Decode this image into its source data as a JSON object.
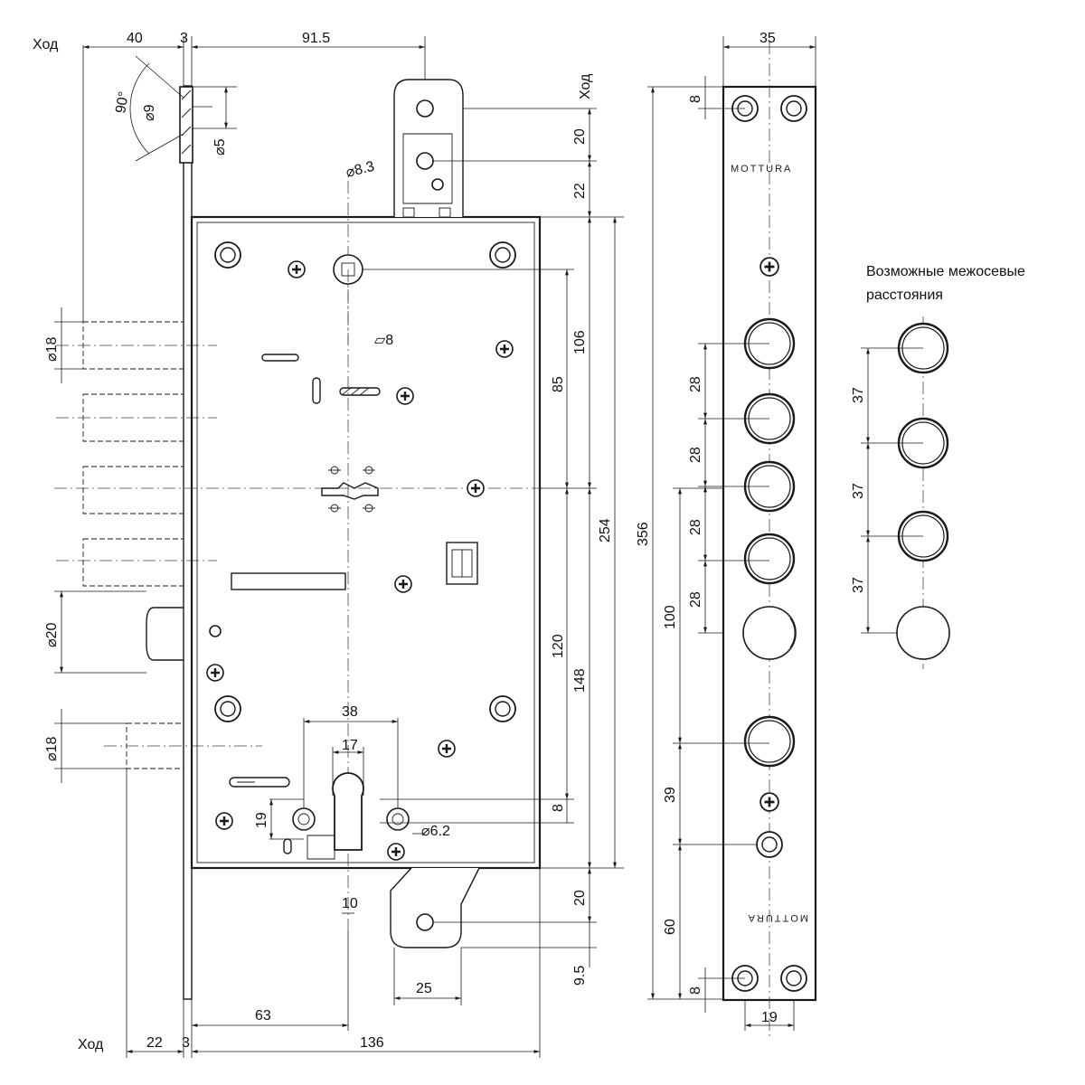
{
  "labels": {
    "travel": "Ход",
    "note": "Возможные межосевые расстояния",
    "brand": "MOTTURA",
    "brand_mirrored": "MOTTURA"
  },
  "dims": {
    "top_40": "40",
    "top_3": "3",
    "top_91_5": "91.5",
    "angle_90": "90°",
    "d9": "⌀9",
    "d5": "⌀5",
    "d8_3": "⌀8.3",
    "v20_top": "20",
    "v22_top": "22",
    "sq8": "▱8",
    "d18_a": "⌀18",
    "d20": "⌀20",
    "d18_b": "⌀18",
    "v106": "106",
    "v85": "85",
    "v254": "254",
    "v120": "120",
    "v148": "148",
    "v8_cyl": "8",
    "v20_bot": "20",
    "v9_5": "9.5",
    "d38": "38",
    "d17": "17",
    "v19": "19",
    "d6_2": "⌀6.2",
    "d10": "10",
    "d25": "25",
    "b63": "63",
    "b22": "22",
    "b3": "3",
    "b136": "136",
    "v356": "356",
    "p35": "35",
    "p8_top": "8",
    "p28_1": "28",
    "p28_2": "28",
    "p28_3": "28",
    "p28_4": "28",
    "p100": "100",
    "p39": "39",
    "p60": "60",
    "p8_bot": "8",
    "p19": "19",
    "r37_1": "37",
    "r37_2": "37",
    "r37_3": "37"
  },
  "icons": {
    "screw": "screw-cross-icon",
    "hole": "ring-hole-icon"
  }
}
